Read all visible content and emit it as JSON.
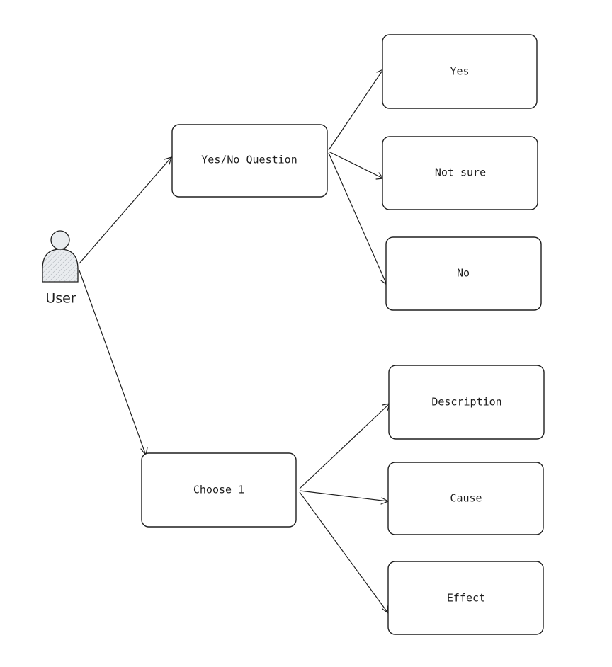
{
  "actor": {
    "label": "User",
    "icon": "user-icon"
  },
  "nodes": {
    "yes_no_question": "Yes/No Question",
    "yes": "Yes",
    "not_sure": "Not sure",
    "no": "No",
    "choose_1": "Choose 1",
    "description": "Description",
    "cause": "Cause",
    "effect": "Effect"
  },
  "colors": {
    "stroke": "#1e1e1e",
    "actor_fill": "#e9ecef",
    "background": "#ffffff"
  }
}
